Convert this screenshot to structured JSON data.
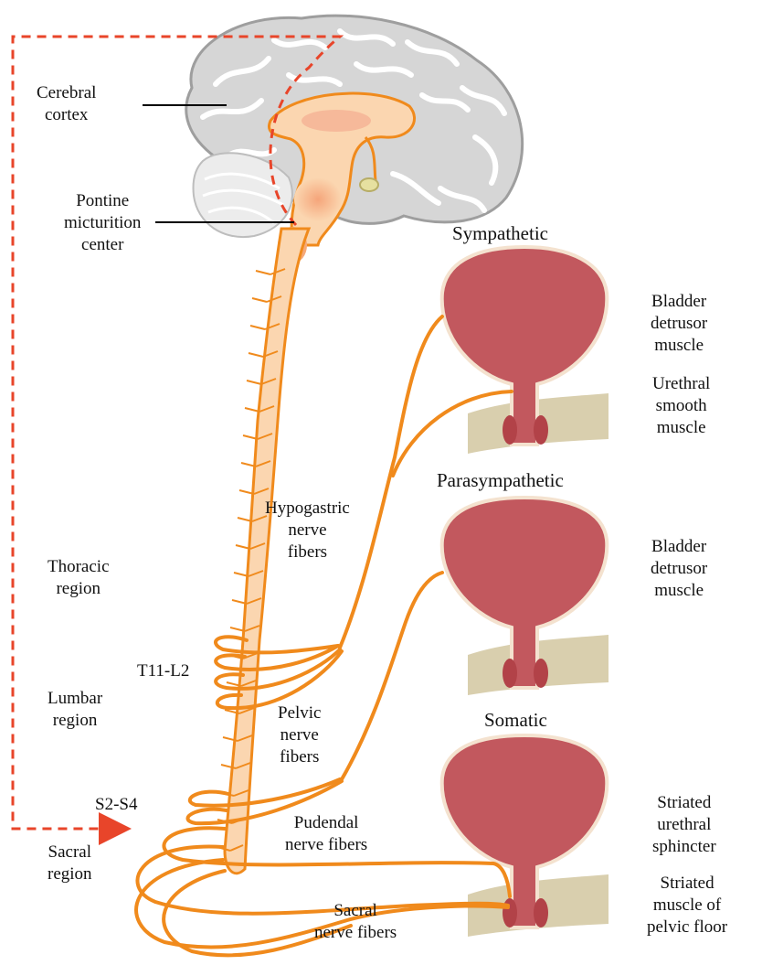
{
  "labels": {
    "cerebral_cortex": [
      "Cerebral",
      "cortex"
    ],
    "pontine_center": [
      "Pontine",
      "micturition",
      "center"
    ],
    "thoracic_region": [
      "Thoracic",
      "region"
    ],
    "t11_l2": "T11-L2",
    "lumbar_region": [
      "Lumbar",
      "region"
    ],
    "s2_s4": "S2-S4",
    "sacral_region": [
      "Sacral",
      "region"
    ],
    "hypogastric_fibers": [
      "Hypogastric",
      "nerve",
      "fibers"
    ],
    "pelvic_fibers": [
      "Pelvic",
      "nerve",
      "fibers"
    ],
    "pudendal_fibers": [
      "Pudendal",
      "nerve fibers"
    ],
    "sacral_fibers": [
      "Sacral",
      "nerve fibers"
    ]
  },
  "panels": [
    {
      "heading": "Sympathetic",
      "notes": [
        [
          "Bladder",
          "detrusor",
          "muscle"
        ],
        [
          "Urethral",
          "smooth",
          "muscle"
        ]
      ]
    },
    {
      "heading": "Parasympathetic",
      "notes": [
        [
          "Bladder",
          "detrusor",
          "muscle"
        ]
      ]
    },
    {
      "heading": "Somatic",
      "notes": [
        [
          "Striated",
          "urethral",
          "sphincter"
        ],
        [
          "Striated",
          "muscle of",
          "pelvic floor"
        ]
      ]
    }
  ],
  "colors": {
    "nerve": "#f08a1c",
    "spine_fill": "#fbd6b0",
    "brain": "#d4d4d4",
    "bladder": "#c2585e",
    "bladder_rim": "#f4e2cf",
    "pelvic_floor": "#d9cfae",
    "dashed_path": "#e8452a"
  }
}
